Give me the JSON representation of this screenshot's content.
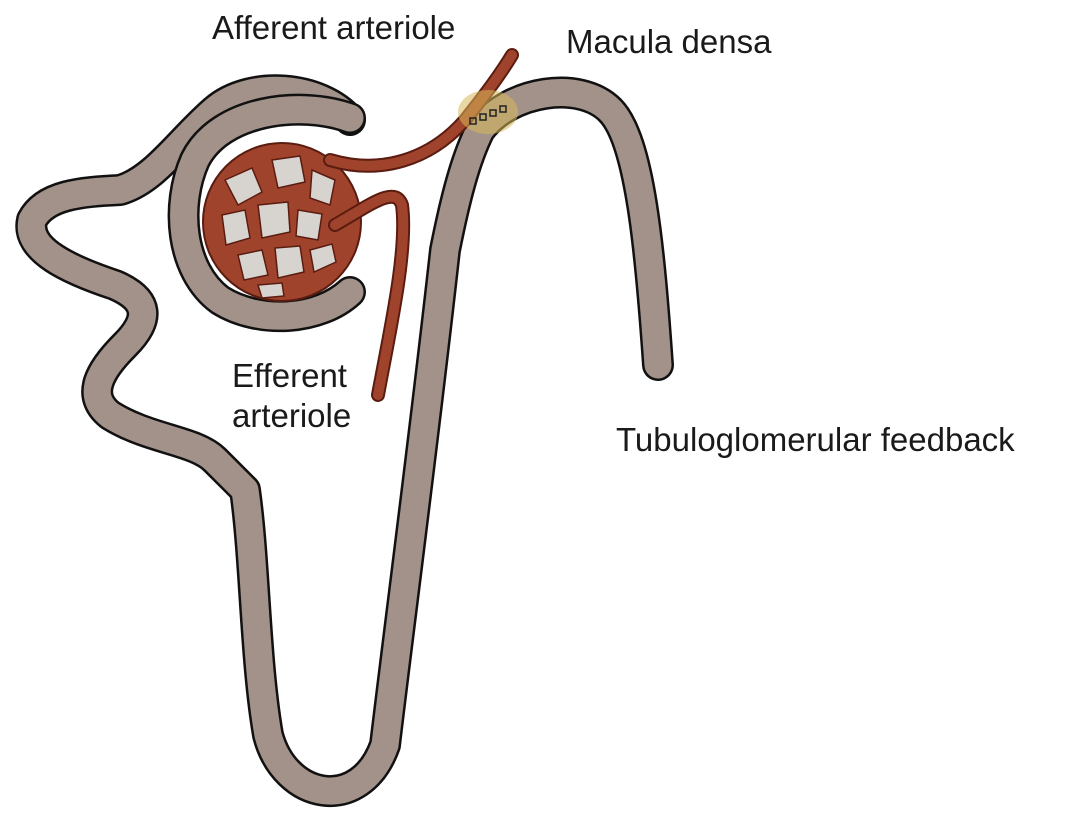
{
  "labels": {
    "afferent_arteriole": "Afferent arteriole",
    "macula_densa": "Macula densa",
    "efferent_arteriole_line1": "Efferent",
    "efferent_arteriole_line2": "arteriole",
    "tubuloglomerular_feedback": "Tubuloglomerular feedback"
  },
  "colors": {
    "background": "#ffffff",
    "tubule": "#a39289",
    "tubule_outline": "#111111",
    "vessel": "#a0432c",
    "vessel_outline": "#5a1c10",
    "capillary_lumen": "#d7d3cf",
    "macula_densa": "#d9b85a",
    "label_text": "#1a1a1a"
  }
}
